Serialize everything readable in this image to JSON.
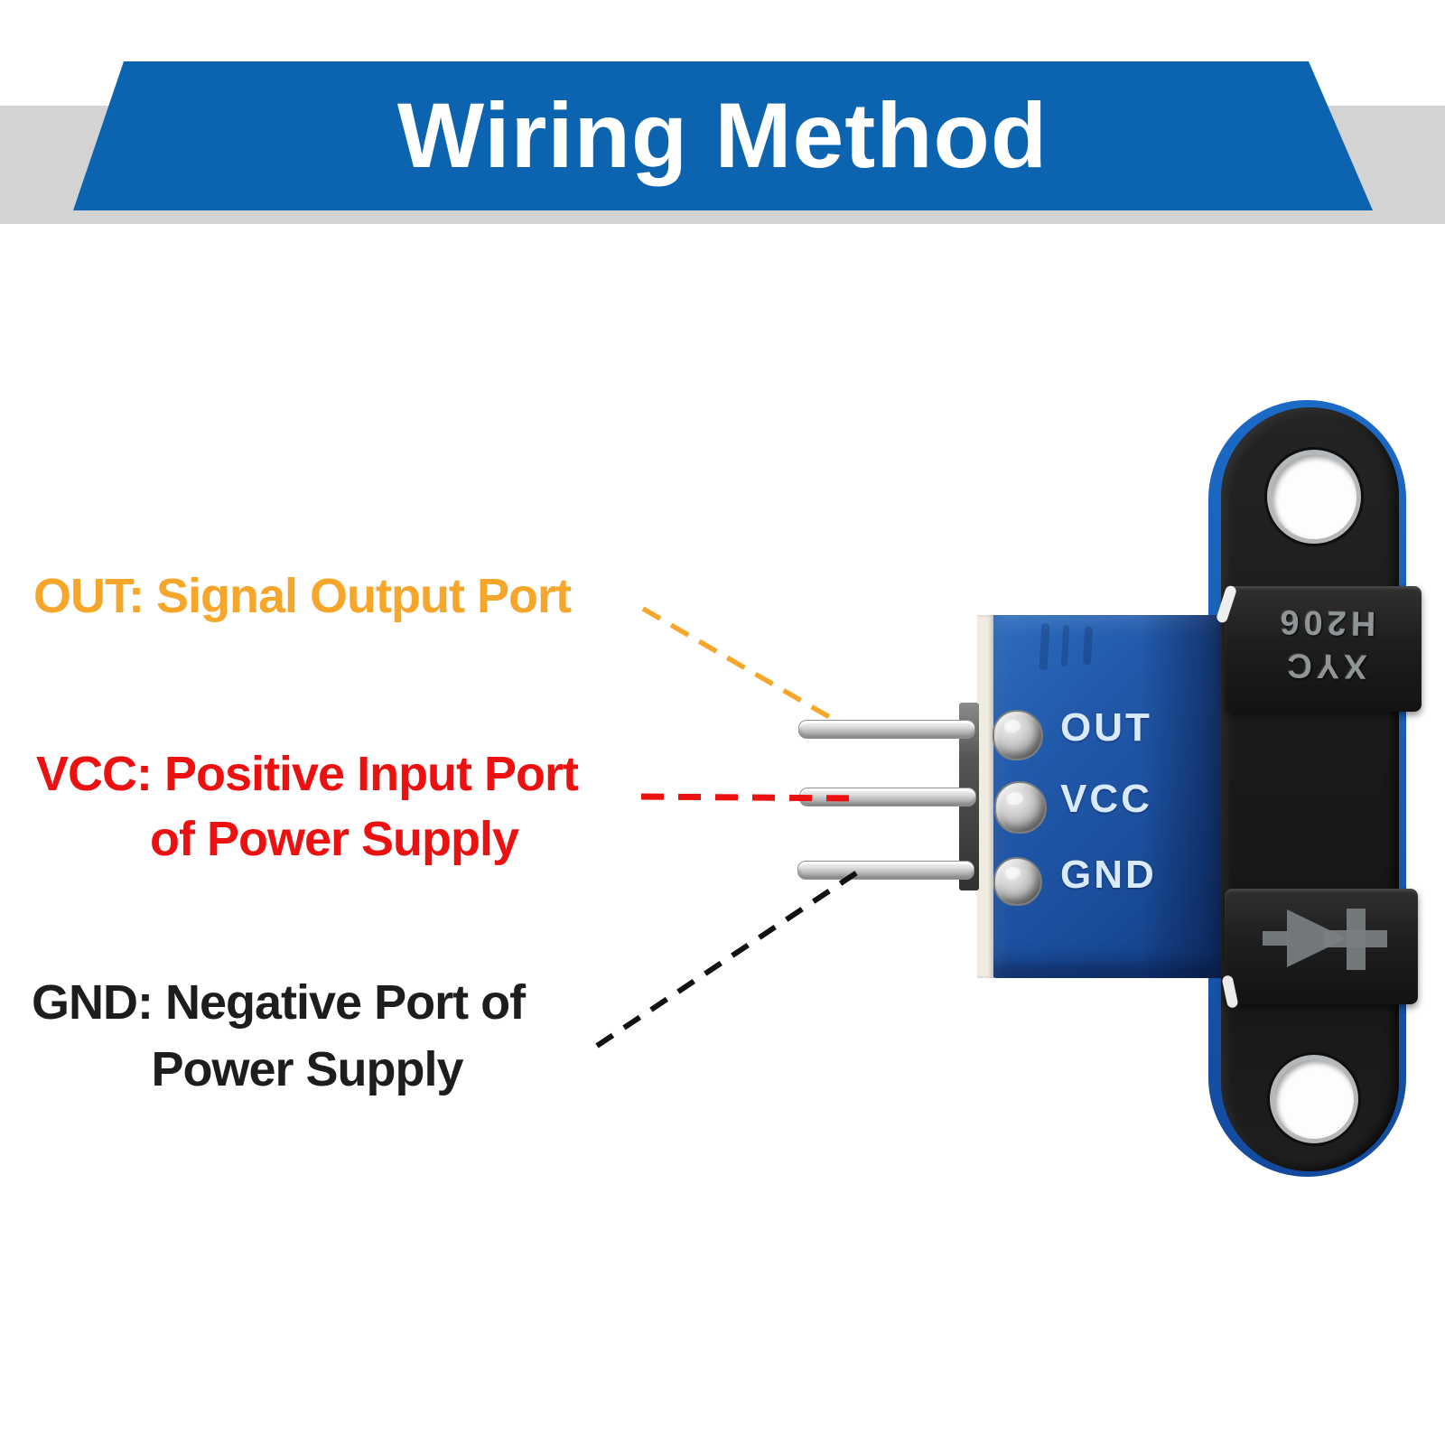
{
  "banner": {
    "title": "Wiring Method"
  },
  "annotations": {
    "out": {
      "line1": "OUT: Signal Output Port"
    },
    "vcc": {
      "line1": "VCC: Positive Input Port",
      "line2": "of Power Supply"
    },
    "gnd": {
      "line1": "GND: Negative Port of",
      "line2": "Power Supply"
    }
  },
  "module": {
    "pins": [
      {
        "label": "OUT"
      },
      {
        "label": "VCC"
      },
      {
        "label": "GND"
      }
    ],
    "sensor_markings": {
      "brand": "XYC",
      "model": "H206"
    }
  },
  "colors": {
    "banner_blue": "#0C63B0",
    "band_gray": "#D3D3D3",
    "title_white": "#FFFFFF",
    "label_orange": "#F6A72B",
    "label_red": "#EC1111",
    "label_gnd": "#1D1D1D",
    "pcb_blue": "#1C52A3",
    "pcb_edge": "#F1ECE2",
    "sensor_black": "#1C1C1C",
    "pin_silver": "#DFDFDF",
    "solder_gray": "#ADADAD",
    "pcb_text": "#D8EAFC",
    "emboss_gray": "#8F9497"
  }
}
